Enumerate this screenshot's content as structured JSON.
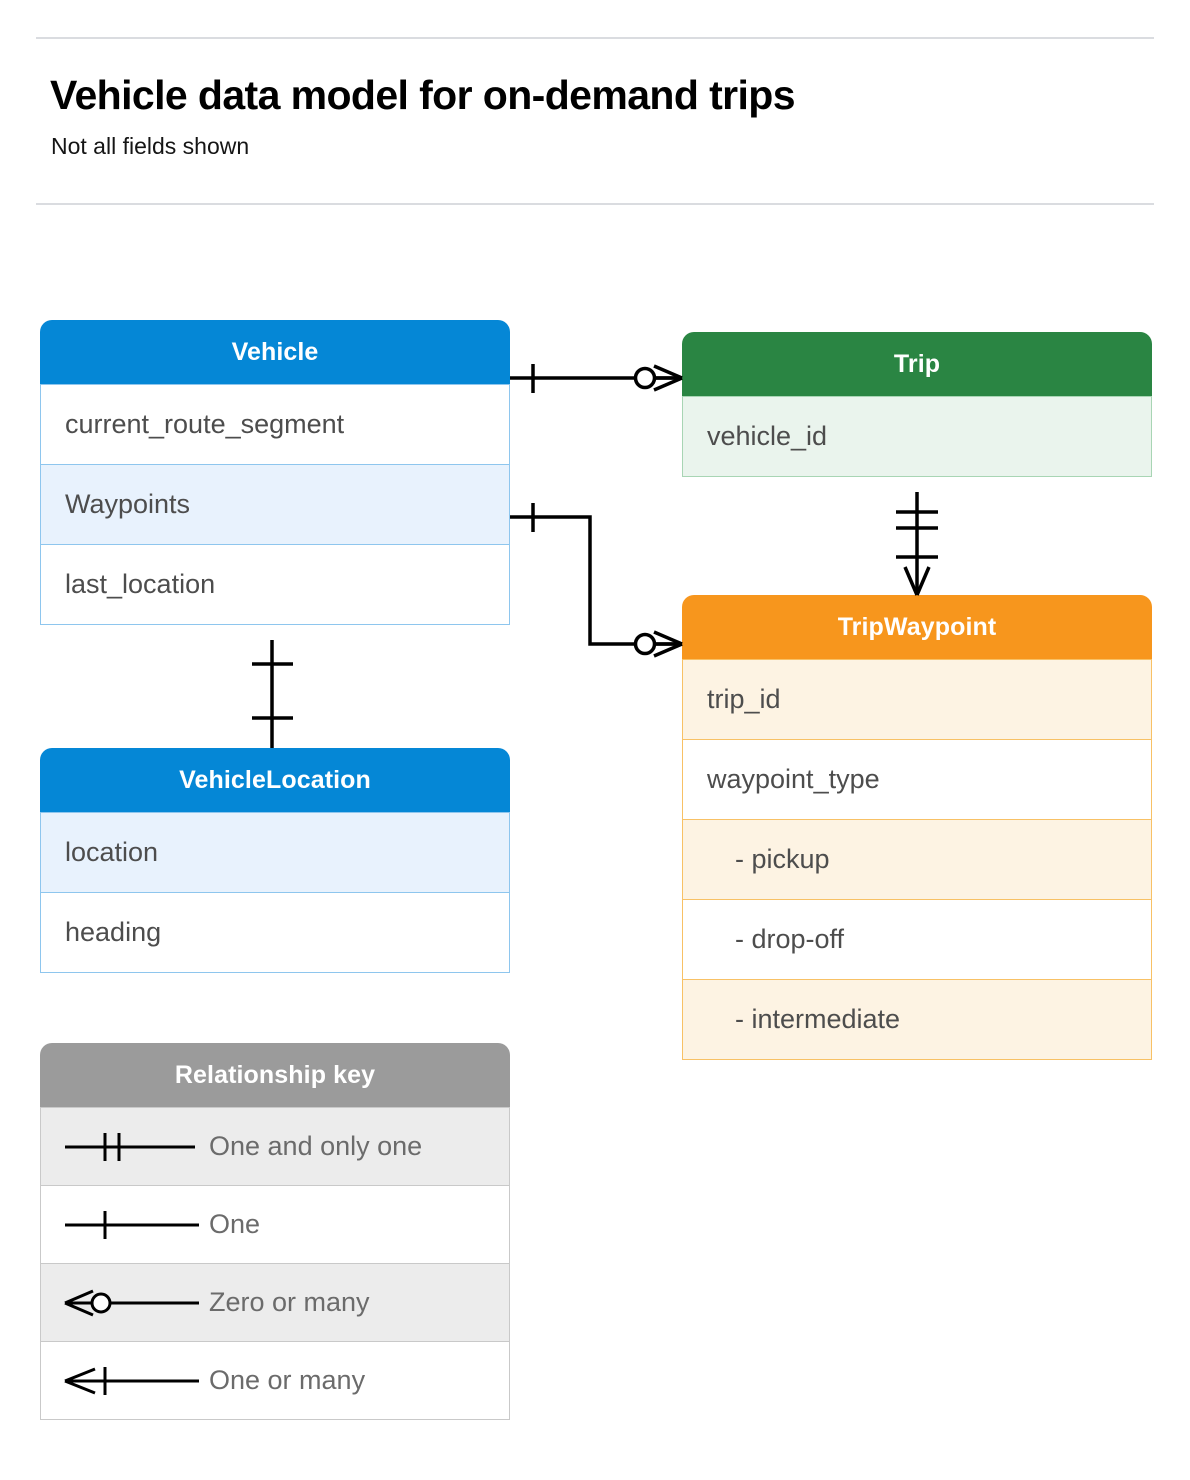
{
  "header": {
    "title": "Vehicle data model for on-demand trips",
    "subtitle": "Not all fields shown"
  },
  "colors": {
    "blue": "#0587d6",
    "blue_row": "#e8f2fd",
    "green": "#2a8543",
    "green_row": "#eaf4ed",
    "orange": "#f7961d",
    "orange_row": "#fdf3e3",
    "gray": "#9b9b9b",
    "gray_row": "#ececec",
    "text": "#4d4d4d",
    "rule": "#dadce0"
  },
  "entities": {
    "vehicle": {
      "title": "Vehicle",
      "fields": [
        {
          "label": "current_route_segment"
        },
        {
          "label": "Waypoints"
        },
        {
          "label": "last_location"
        }
      ]
    },
    "vehicle_location": {
      "title": "VehicleLocation",
      "fields": [
        {
          "label": "location"
        },
        {
          "label": "heading"
        }
      ]
    },
    "trip": {
      "title": "Trip",
      "fields": [
        {
          "label": "vehicle_id"
        }
      ]
    },
    "trip_waypoint": {
      "title": "TripWaypoint",
      "fields": [
        {
          "label": "trip_id"
        },
        {
          "label": "waypoint_type"
        },
        {
          "label": "-  pickup"
        },
        {
          "label": "-  drop-off"
        },
        {
          "label": "-  intermediate"
        }
      ]
    }
  },
  "legend": {
    "title": "Relationship key",
    "items": [
      {
        "label": "One and only one",
        "symbol": "one-and-only-one"
      },
      {
        "label": "One",
        "symbol": "one"
      },
      {
        "label": "Zero or many",
        "symbol": "zero-or-many"
      },
      {
        "label": "One or many",
        "symbol": "one-or-many"
      }
    ]
  },
  "relationships": [
    {
      "name": "vehicle-to-trip",
      "from": "Vehicle",
      "to": "Trip",
      "from_cardinality": "one",
      "to_cardinality": "zero-or-many"
    },
    {
      "name": "vehicle-waypoints-to-tripwaypoint",
      "from": "Vehicle.Waypoints",
      "to": "TripWaypoint",
      "from_cardinality": "one",
      "to_cardinality": "zero-or-many"
    },
    {
      "name": "trip-to-tripwaypoint",
      "from": "Trip",
      "to": "TripWaypoint",
      "from_cardinality": "one-and-only-one",
      "to_cardinality": "one-or-many"
    },
    {
      "name": "vehicle-to-vehiclelocation",
      "from": "Vehicle",
      "to": "VehicleLocation",
      "from_cardinality": "one",
      "to_cardinality": "one"
    }
  ]
}
